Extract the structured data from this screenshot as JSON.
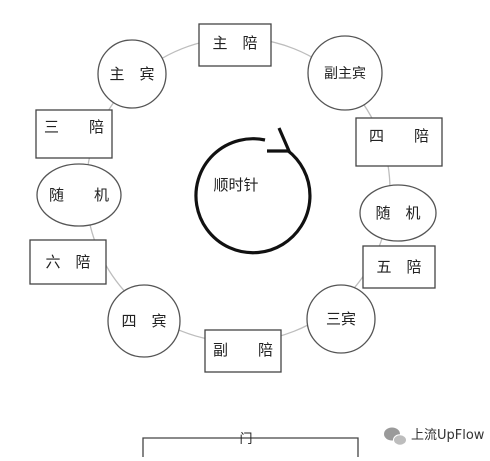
{
  "diagram": {
    "center_label": "顺时针",
    "seats": {
      "zhu_pei": "主　陪",
      "fu_zhu_bin": "副主宾",
      "si_pei": "四　　陪",
      "sui_ji_right": "随　机",
      "wu_pei": "五　陪",
      "san_bin": "三宾",
      "fu_pei": "副　　陪",
      "si_bin": "四　宾",
      "liu_pei": "六　陪",
      "sui_ji_left": "随　　机",
      "san_pei": "三　　陪",
      "zhu_bin": "主　宾"
    },
    "door_label": "门"
  },
  "watermark": {
    "text": "上流UpFlow",
    "icon": "wechat-icon"
  }
}
